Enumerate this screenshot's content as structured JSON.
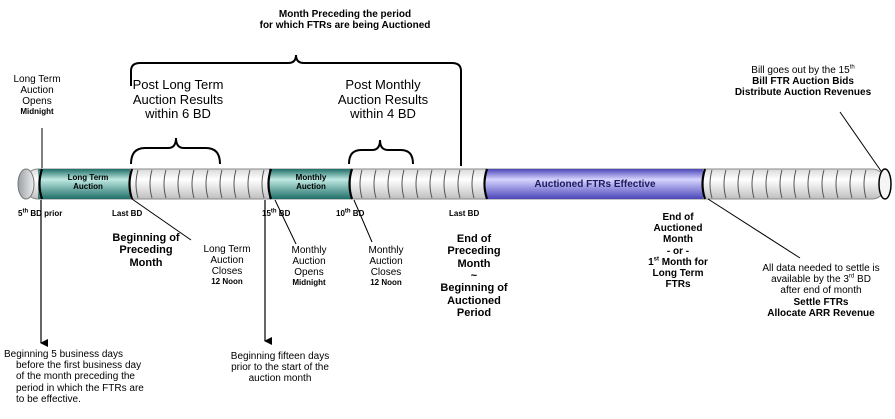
{
  "header": {
    "line1": "Month Preceding the period",
    "line2": "for which FTRs are being Auctioned"
  },
  "long_term_open": {
    "line1": "Long Term",
    "line2": "Auction",
    "line3": "Opens",
    "time": "Midnight"
  },
  "post_long_term": {
    "line1": "Post Long Term",
    "line2": "Auction Results",
    "line3": "within 6 BD"
  },
  "post_monthly": {
    "line1": "Post  Monthly",
    "line2": "Auction Results",
    "line3": "within 4 BD"
  },
  "bill": {
    "line1_pre": "Bill goes out by the 15",
    "line1_sup": "th",
    "line2": "Bill FTR Auction Bids",
    "line3": "Distribute Auction Revenues"
  },
  "segments": {
    "long_term_line1": "Long Term",
    "long_term_line2": "Auction",
    "monthly_line1": "Monthly",
    "monthly_line2": "Auction",
    "effective": "Auctioned FTRs Effective"
  },
  "ticks": {
    "fifth_num": "5",
    "fifth_sup": "th",
    "fifth_rest": " BD prior",
    "last_bd_1": "Last BD",
    "fifteenth_num": "15",
    "fifteenth_sup": "th",
    "fifteenth_rest": " BD",
    "tenth_num": "10",
    "tenth_sup": "th",
    "tenth_rest": " BD",
    "last_bd_2": "Last BD"
  },
  "beginning_preceding": {
    "line1": "Beginning of",
    "line2": "Preceding",
    "line3": "Month"
  },
  "long_term_closes": {
    "line1": "Long Term",
    "line2": "Auction",
    "line3": "Closes",
    "time": "12 Noon"
  },
  "monthly_opens": {
    "line1": "Monthly",
    "line2": "Auction",
    "line3": "Opens",
    "time": "Midnight"
  },
  "monthly_closes": {
    "line1": "Monthly",
    "line2": "Auction",
    "line3": "Closes",
    "time": "12 Noon"
  },
  "end_preceding": {
    "line1": "End of",
    "line2": "Preceding",
    "line3": "Month",
    "line4": "~",
    "line5": "Beginning of",
    "line6": "Auctioned",
    "line7": "Period"
  },
  "end_auctioned": {
    "line1": "End of",
    "line2": "Auctioned",
    "line3": "Month",
    "line4": "- or -",
    "line5_num": "1",
    "line5_sup": "st",
    "line5_rest": " Month for",
    "line6": "Long Term",
    "line7": "FTRs"
  },
  "settle": {
    "line1": "All data needed to settle is",
    "line2_pre": "available by the 3",
    "line2_sup": "rd",
    "line2_rest": " BD",
    "line3": "after end of month",
    "line4": "Settle FTRs",
    "line5": "Allocate ARR Revenue"
  },
  "note_five_days": {
    "line1": "Beginning 5 business days",
    "line2": "before the first business day",
    "line3": "of the month preceding the",
    "line4": "period in which the FTRs are",
    "line5": "to be effective."
  },
  "note_fifteen_days": {
    "line1": "Beginning fifteen days",
    "line2": "prior to the start of the",
    "line3": "auction month"
  },
  "colors": {
    "long_term_segment": "#3fa39a",
    "monthly_segment": "#3fa39a",
    "effective_segment": "#7b77e6",
    "tube_body": "#f2f2f2",
    "tube_cap": "#c9ccd0"
  }
}
